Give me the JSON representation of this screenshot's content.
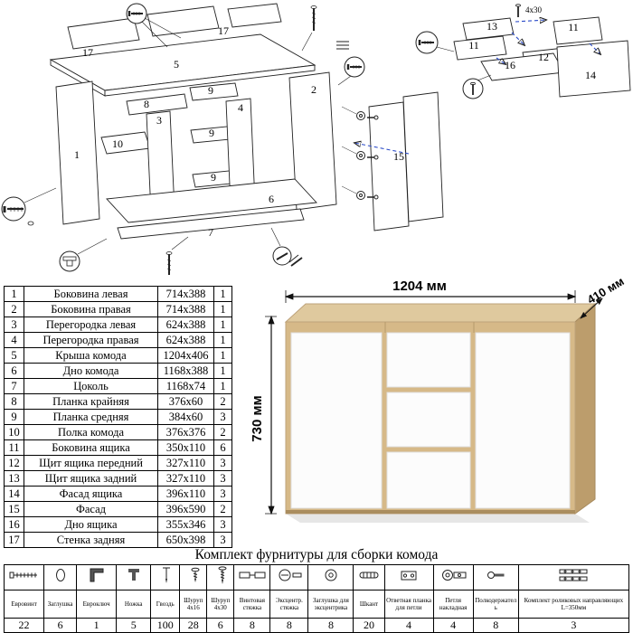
{
  "diagram": {
    "labels": [
      "17",
      "17",
      "5",
      "8",
      "3",
      "9",
      "9",
      "9",
      "4",
      "1",
      "10",
      "2",
      "6",
      "15",
      "7",
      "13",
      "11",
      "11",
      "12",
      "16",
      "14",
      "4x30"
    ]
  },
  "product": {
    "width_label": "1204 мм",
    "depth_label": "410 мм",
    "height_label": "730 мм"
  },
  "parts_table": {
    "rows": [
      {
        "num": "1",
        "name": "Боковина левая",
        "size": "714x388",
        "qty": "1"
      },
      {
        "num": "2",
        "name": "Боковина правая",
        "size": "714x388",
        "qty": "1"
      },
      {
        "num": "3",
        "name": "Перегородка левая",
        "size": "624x388",
        "qty": "1"
      },
      {
        "num": "4",
        "name": "Перегородка правая",
        "size": "624x388",
        "qty": "1"
      },
      {
        "num": "5",
        "name": "Крыша комода",
        "size": "1204x406",
        "qty": "1"
      },
      {
        "num": "6",
        "name": "Дно комода",
        "size": "1168x388",
        "qty": "1"
      },
      {
        "num": "7",
        "name": "Цоколь",
        "size": "1168x74",
        "qty": "1"
      },
      {
        "num": "8",
        "name": "Планка крайняя",
        "size": "376x60",
        "qty": "2"
      },
      {
        "num": "9",
        "name": "Планка средняя",
        "size": "384x60",
        "qty": "3"
      },
      {
        "num": "10",
        "name": "Полка комода",
        "size": "376x376",
        "qty": "2"
      },
      {
        "num": "11",
        "name": "Боковина ящика",
        "size": "350x110",
        "qty": "6"
      },
      {
        "num": "12",
        "name": "Щит ящика передний",
        "size": "327x110",
        "qty": "3"
      },
      {
        "num": "13",
        "name": "Щит ящика задний",
        "size": "327x110",
        "qty": "3"
      },
      {
        "num": "14",
        "name": "Фасад ящика",
        "size": "396x110",
        "qty": "3"
      },
      {
        "num": "15",
        "name": "Фасад",
        "size": "396x590",
        "qty": "2"
      },
      {
        "num": "16",
        "name": "Дно ящика",
        "size": "355x346",
        "qty": "3"
      },
      {
        "num": "17",
        "name": "Стенка задняя",
        "size": "650x398",
        "qty": "3"
      }
    ]
  },
  "hardware": {
    "title": "Комплект фурнитуры для сборки комода",
    "items": [
      {
        "name": "Евровинт",
        "qty": "22",
        "icon": "euroscrew-icon"
      },
      {
        "name": "Заглушка",
        "qty": "6",
        "icon": "cap-icon"
      },
      {
        "name": "Евроключ",
        "qty": "1",
        "icon": "hex-key-icon"
      },
      {
        "name": "Ножка",
        "qty": "5",
        "icon": "leg-icon"
      },
      {
        "name": "Гвоздь",
        "qty": "100",
        "icon": "nail-icon"
      },
      {
        "name": "Шуруп 4x16",
        "qty": "28",
        "icon": "screw-icon"
      },
      {
        "name": "Шуруп 4x30",
        "qty": "6",
        "icon": "screw-icon"
      },
      {
        "name": "Винтовая стяжка",
        "qty": "8",
        "icon": "screw-tie-icon"
      },
      {
        "name": "Эксцентр. стяжка",
        "qty": "8",
        "icon": "cam-lock-icon"
      },
      {
        "name": "Заглушка для эксцентрика",
        "qty": "8",
        "icon": "cam-cap-icon"
      },
      {
        "name": "Шкант",
        "qty": "20",
        "icon": "dowel-icon"
      },
      {
        "name": "Ответная планка для петли",
        "qty": "4",
        "icon": "hinge-plate-icon"
      },
      {
        "name": "Петля накладная",
        "qty": "4",
        "icon": "hinge-icon"
      },
      {
        "name": "Полкодержатель",
        "qty": "8",
        "icon": "shelf-pin-icon"
      },
      {
        "name": "Комплект роликовых направляющих L=350мм",
        "qty": "3",
        "icon": "drawer-slides-icon"
      }
    ]
  }
}
